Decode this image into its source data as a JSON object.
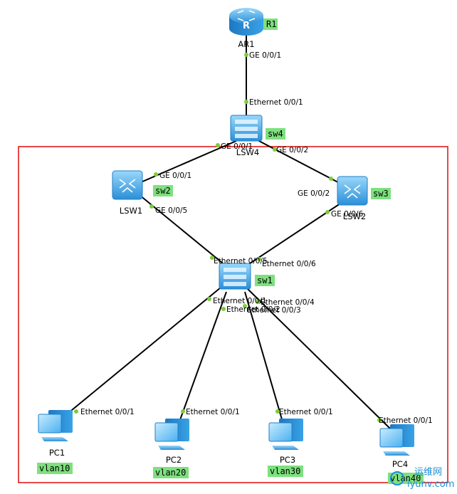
{
  "devices": {
    "ar1": {
      "name": "AR1",
      "tag": "R1"
    },
    "lsw4": {
      "name": "LSW4",
      "tag": "sw4"
    },
    "lsw1": {
      "name": "LSW1",
      "tag": "sw2"
    },
    "lsw2": {
      "name": "LSW2",
      "tag": "sw3"
    },
    "lsw3": {
      "tag": "sw1"
    },
    "pc1": {
      "name": "PC1",
      "tag": "vlan10"
    },
    "pc2": {
      "name": "PC2",
      "tag": "vlan20"
    },
    "pc3": {
      "name": "PC3",
      "tag": "vlan30"
    },
    "pc4": {
      "name": "PC4",
      "tag": "vlan40"
    }
  },
  "ports": {
    "ar1_up": "GE 0/0/1",
    "lsw4_e1": "Ethernet 0/0/1",
    "lsw4_ge1": "GE 0/0/1",
    "lsw4_ge2": "GE 0/0/2",
    "lsw1_ge1": "GE 0/0/1",
    "lsw1_ge5": "GE 0/0/5",
    "lsw2_ge2": "GE 0/0/2",
    "lsw2_ge6": "GE 0/0/6",
    "lsw3_e5": "Ethernet 0/0/5",
    "lsw3_e6": "Ethernet 0/0/6",
    "lsw3_e1": "Ethernet 0/0/1",
    "lsw3_e2": "Ethernet 0/0/2",
    "lsw3_e3": "Ethernet 0/0/3",
    "lsw3_e4": "Ethernet 0/0/4",
    "pc1_e1": "Ethernet 0/0/1",
    "pc2_e1": "Ethernet 0/0/1",
    "pc3_e1": "Ethernet 0/0/1",
    "pc4_e1": "Ethernet 0/0/1"
  },
  "watermark": {
    "cn": "运维网",
    "latin": "iyunv.com"
  },
  "colors": {
    "frame": "#e01b1b",
    "tag_bg": "#7ee07e",
    "port_dot": "#7ccd3a",
    "link": "#000000",
    "device_blue": "#3aa7e8"
  }
}
